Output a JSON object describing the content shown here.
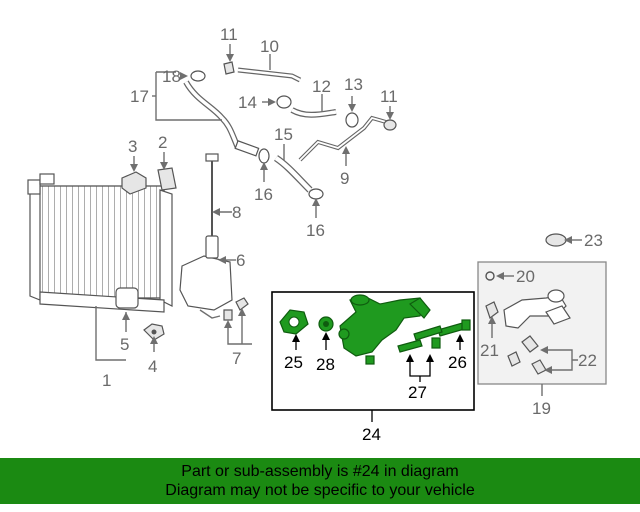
{
  "callouts": {
    "n1": "1",
    "n2": "2",
    "n3": "3",
    "n4": "4",
    "n5": "5",
    "n6": "6",
    "n7": "7",
    "n8": "8",
    "n9": "9",
    "n10": "10",
    "n11a": "11",
    "n11b": "11",
    "n12": "12",
    "n13": "13",
    "n14": "14",
    "n15": "15",
    "n16a": "16",
    "n16b": "16",
    "n17": "17",
    "n18": "18",
    "n19": "19",
    "n20": "20",
    "n21": "21",
    "n22": "22",
    "n23": "23",
    "n24": "24",
    "n25": "25",
    "n26": "26",
    "n27": "27",
    "n28": "28"
  },
  "highlight_color": "#1f9a1f",
  "banner": {
    "line1": "Part or sub-assembly is #24 in diagram",
    "line2": "Diagram may not be specific to your vehicle",
    "color": "#1b8a12"
  }
}
